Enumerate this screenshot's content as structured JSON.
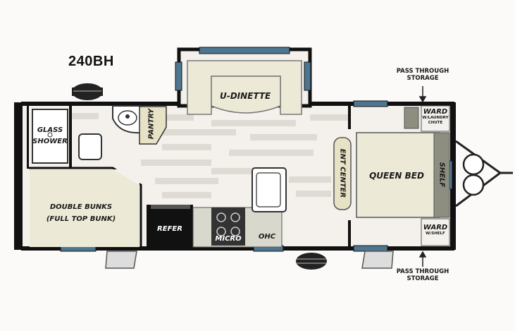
{
  "model": "240BH",
  "rooms": {
    "u_dinette": "U-DINETTE",
    "pantry": "PANTRY",
    "glass_shower_line1": "GLASS",
    "glass_shower_line2": "SHOWER",
    "double_bunks_line1": "DOUBLE BUNKS",
    "double_bunks_line2": "(FULL TOP BUNK)",
    "refer": "REFER",
    "micro": "MICRO",
    "ohc": "OHC",
    "ent_center": "ENT CENTER",
    "queen_bed": "QUEEN BED",
    "shelf": "SHELF",
    "ward_top": "WARD",
    "ward_top_note": "W/LAUNDRY CHUTE",
    "ward_bottom": "WARD",
    "ward_bottom_note": "W/SHELF"
  },
  "storage": {
    "top_line1": "PASS THROUGH",
    "top_line2": "STORAGE",
    "bottom_line1": "PASS THROUGH",
    "bottom_line2": "STORAGE"
  },
  "colors": {
    "wall": "#111111",
    "window": "#4f7690",
    "floor_light": "#f3f0ea",
    "floor_dark": "#d9d6d0",
    "cushion": "#ecead7",
    "shelf": "#8d8d80",
    "cabinet_tan": "#e7e1c6"
  }
}
